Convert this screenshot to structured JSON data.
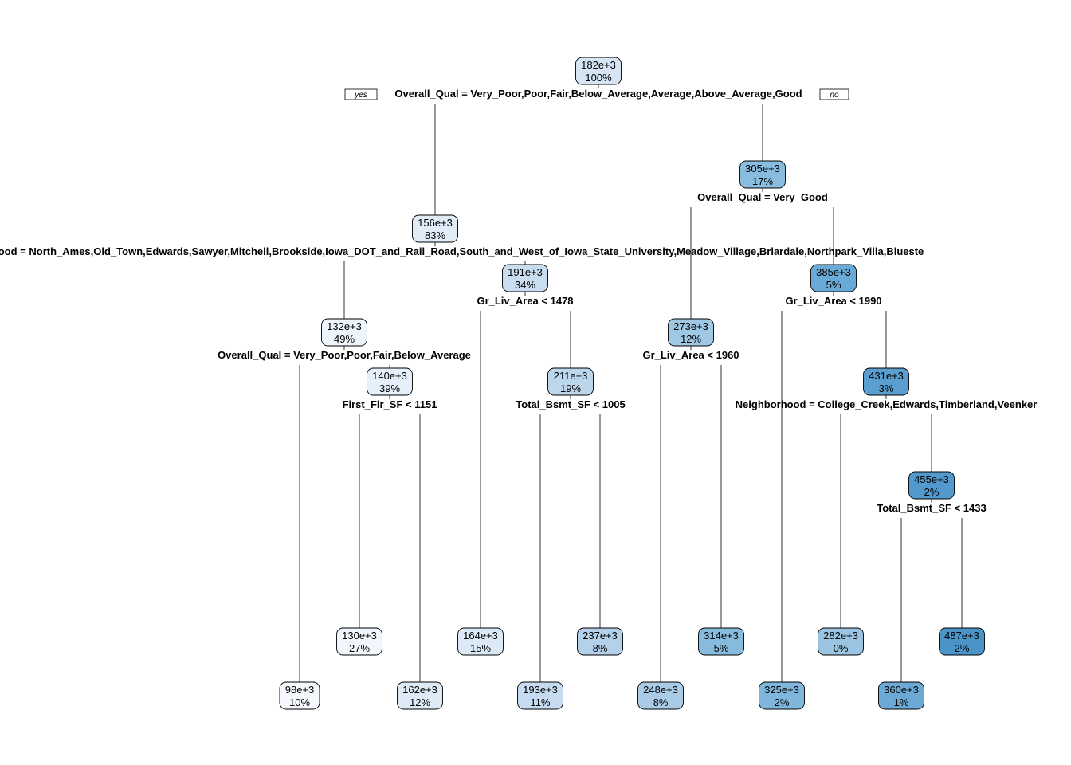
{
  "branch_labels": {
    "yes": "yes",
    "no": "no"
  },
  "nodes": [
    {
      "id": 1,
      "value": "182e+3",
      "pct": "100%",
      "fill": "#d5e5f4",
      "split": "Overall_Qual = Very_Poor,Poor,Fair,Below_Average,Average,Above_Average,Good"
    },
    {
      "id": 2,
      "value": "156e+3",
      "pct": "83%",
      "fill": "#e0ecf8",
      "split": "Neighborhood = North_Ames,Old_Town,Edwards,Sawyer,Mitchell,Brookside,Iowa_DOT_and_Rail_Road,South_and_West_of_Iowa_State_University,Meadow_Village,Briardale,Northpark_Villa,Blueste"
    },
    {
      "id": 3,
      "value": "305e+3",
      "pct": "17%",
      "fill": "#88bddf",
      "split": "Overall_Qual = Very_Good"
    },
    {
      "id": 4,
      "value": "132e+3",
      "pct": "49%",
      "fill": "#eef5fc",
      "split": "Overall_Qual = Very_Poor,Poor,Fair,Below_Average"
    },
    {
      "id": 5,
      "value": "191e+3",
      "pct": "34%",
      "fill": "#c9ddf0",
      "split": "Gr_Liv_Area < 1478"
    },
    {
      "id": 6,
      "value": "273e+3",
      "pct": "12%",
      "fill": "#9fc8e4",
      "split": "Gr_Liv_Area < 1960"
    },
    {
      "id": 7,
      "value": "385e+3",
      "pct": "5%",
      "fill": "#6aaad6",
      "split": "Gr_Liv_Area < 1990"
    },
    {
      "id": 8,
      "value": "98e+3",
      "pct": "10%",
      "fill": "#f5f9fe"
    },
    {
      "id": 9,
      "value": "140e+3",
      "pct": "39%",
      "fill": "#e6f0fa",
      "split": "First_Flr_SF < 1151"
    },
    {
      "id": 10,
      "value": "164e+3",
      "pct": "15%",
      "fill": "#dbe9f6"
    },
    {
      "id": 11,
      "value": "211e+3",
      "pct": "19%",
      "fill": "#bcd6ec",
      "split": "Total_Bsmt_SF < 1005"
    },
    {
      "id": 12,
      "value": "248e+3",
      "pct": "8%",
      "fill": "#aacbe6"
    },
    {
      "id": 13,
      "value": "314e+3",
      "pct": "5%",
      "fill": "#86bbdd"
    },
    {
      "id": 14,
      "value": "325e+3",
      "pct": "2%",
      "fill": "#7fb6db"
    },
    {
      "id": 15,
      "value": "431e+3",
      "pct": "3%",
      "fill": "#5a9fd0",
      "split": "Neighborhood = College_Creek,Edwards,Timberland,Veenker"
    },
    {
      "id": 16,
      "value": "130e+3",
      "pct": "27%",
      "fill": "#f0f6fc"
    },
    {
      "id": 17,
      "value": "162e+3",
      "pct": "12%",
      "fill": "#deebf7"
    },
    {
      "id": 18,
      "value": "193e+3",
      "pct": "11%",
      "fill": "#c6dbef"
    },
    {
      "id": 19,
      "value": "237e+3",
      "pct": "8%",
      "fill": "#b3d1ea"
    },
    {
      "id": 20,
      "value": "282e+3",
      "pct": "0%",
      "fill": "#9ac4e1"
    },
    {
      "id": 21,
      "value": "455e+3",
      "pct": "2%",
      "fill": "#5299cd",
      "split": "Total_Bsmt_SF < 1433"
    },
    {
      "id": 22,
      "value": "360e+3",
      "pct": "1%",
      "fill": "#6caad5"
    },
    {
      "id": 23,
      "value": "487e+3",
      "pct": "2%",
      "fill": "#4a94c8"
    }
  ],
  "edges": [
    [
      1,
      2
    ],
    [
      1,
      3
    ],
    [
      2,
      4
    ],
    [
      2,
      5
    ],
    [
      3,
      6
    ],
    [
      3,
      7
    ],
    [
      4,
      8
    ],
    [
      4,
      9
    ],
    [
      5,
      10
    ],
    [
      5,
      11
    ],
    [
      6,
      12
    ],
    [
      6,
      13
    ],
    [
      7,
      14
    ],
    [
      7,
      15
    ],
    [
      9,
      16
    ],
    [
      9,
      17
    ],
    [
      11,
      18
    ],
    [
      11,
      19
    ],
    [
      15,
      20
    ],
    [
      15,
      21
    ],
    [
      21,
      22
    ],
    [
      21,
      23
    ]
  ]
}
